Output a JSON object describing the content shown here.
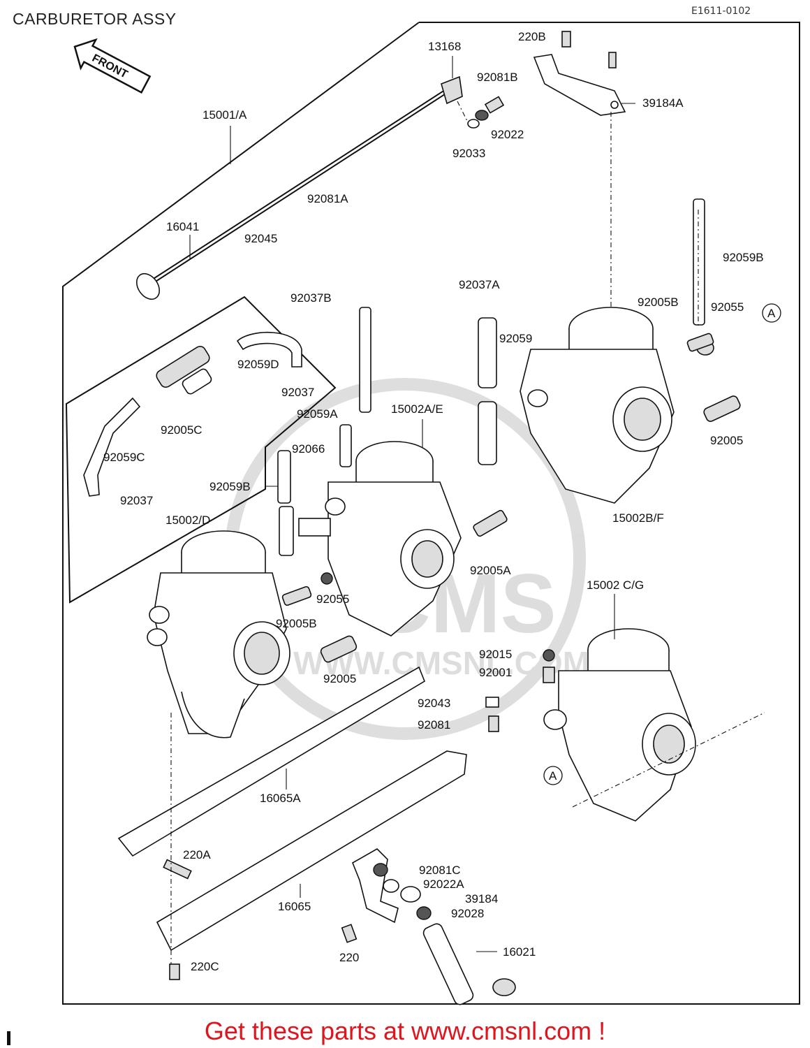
{
  "header": {
    "title": "CARBURETOR ASSY",
    "ref_code": "E1611-0102"
  },
  "front_arrow": {
    "text": "FRONT"
  },
  "callout_marker": "A",
  "labels": [
    "13168",
    "220B",
    "92081B",
    "39184A",
    "15001/A",
    "92022",
    "92033",
    "92081A",
    "16041",
    "92045",
    "92059B",
    "92037B",
    "92037A",
    "92005B",
    "92055",
    "92059",
    "92059D",
    "92037",
    "92059A",
    "15002A/E",
    "92005C",
    "92066",
    "92005",
    "92059C",
    "92037",
    "92059B",
    "15002/D",
    "15002B/F",
    "92005A",
    "15002 C/G",
    "92055",
    "92005B",
    "92015",
    "92005",
    "92001",
    "92043",
    "92081",
    "16065A",
    "220A",
    "92081C",
    "92022A",
    "16065",
    "39184",
    "92028",
    "16021",
    "220",
    "220C"
  ],
  "watermark": {
    "brand": "CMS",
    "url": "WWW.CMSNL.COM"
  },
  "footer": {
    "cta": "Get these parts at www.cmsnl.com !"
  }
}
